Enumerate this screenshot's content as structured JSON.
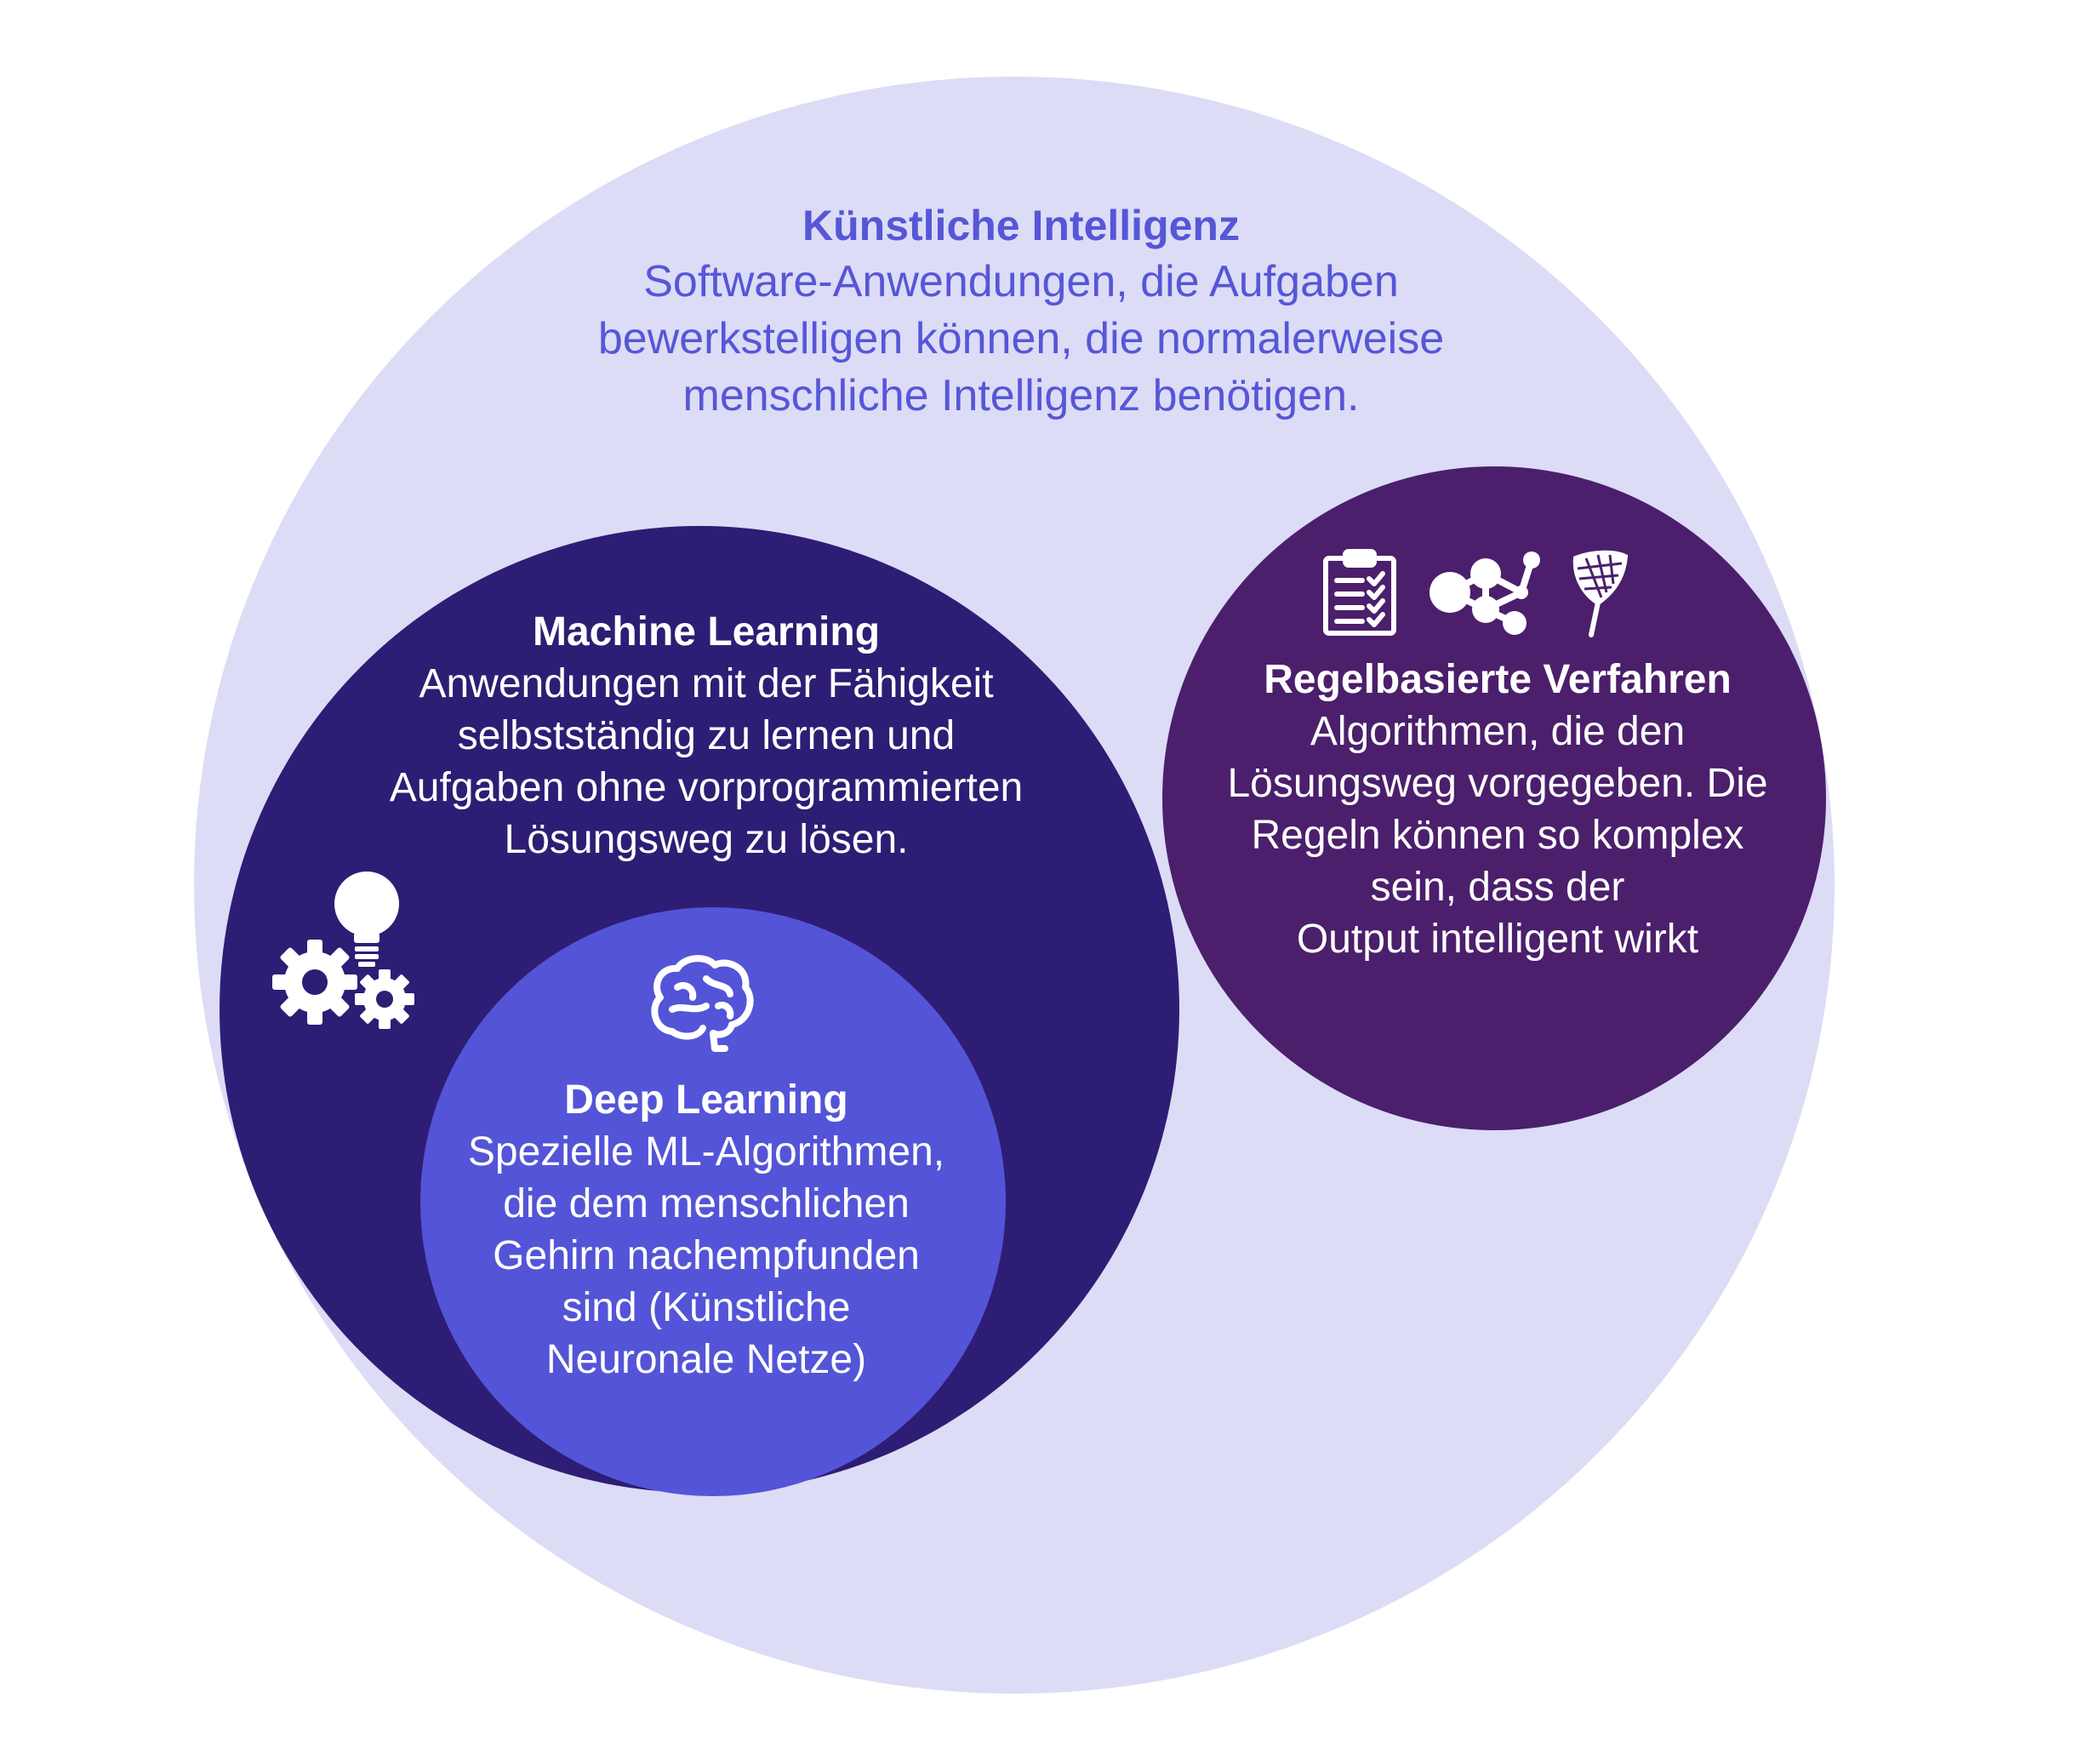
{
  "colors": {
    "ai_circle": "#dcdcf6",
    "ai_text": "#5656d8",
    "ml_circle": "#2e1d74",
    "dl_circle": "#5454d8",
    "rb_circle": "#4b1f6c",
    "icon": "#ffffff"
  },
  "ai": {
    "title": "Künstliche Intelligenz",
    "description": "Software-Anwendungen, die Aufgaben\nbewerkstelligen können, die normalerweise\nmenschliche Intelligenz benötigen."
  },
  "ml": {
    "title": "Machine Learning",
    "description": "Anwendungen mit der Fähigkeit\nselbstständig zu lernen und\nAufgaben ohne vorprogrammierten\nLösungsweg zu lösen.",
    "icon": "gears-lightbulb-icon"
  },
  "dl": {
    "title": "Deep Learning",
    "description": "Spezielle ML-Algorithmen,\ndie dem menschlichen\nGehirn nachempfunden\nsind (Künstliche\nNeuronale Netze)",
    "icon": "brain-icon"
  },
  "rb": {
    "title": "Regelbasierte Verfahren",
    "description": "Algorithmen, die den\nLösungsweg vorgegeben. Die\nRegeln können so komplex\nsein, dass der\nOutput intelligent wirkt",
    "icons": [
      "clipboard-checklist-icon",
      "molecule-network-icon",
      "racket-icon"
    ]
  }
}
